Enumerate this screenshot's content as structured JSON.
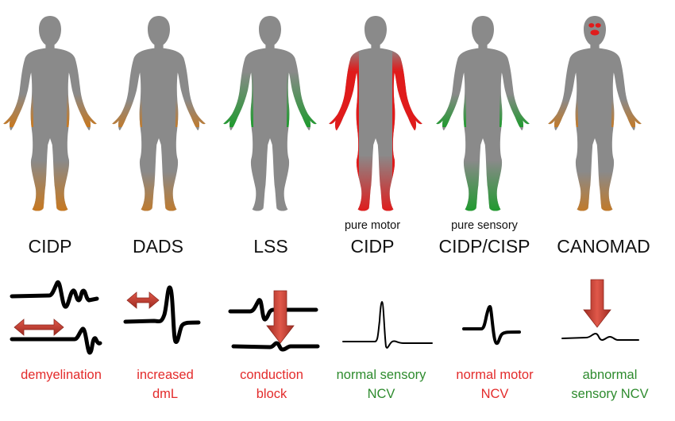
{
  "panels": [
    {
      "id": "cidp",
      "subtitle": "",
      "name": "CIDP",
      "finding": [
        "demyelination"
      ],
      "finding_color": "#e32b2b",
      "highlight_color": "#c8781e",
      "highlight": "distal",
      "waveform": "demyelination"
    },
    {
      "id": "dads",
      "subtitle": "",
      "name": "DADS",
      "finding": [
        "increased",
        "dmL"
      ],
      "finding_color": "#e32b2b",
      "highlight_color": "#c8781e",
      "highlight": "distal-light",
      "waveform": "increased-dml"
    },
    {
      "id": "lss",
      "subtitle": "",
      "name": "LSS",
      "finding": [
        "conduction",
        "block"
      ],
      "finding_color": "#e32b2b",
      "highlight_color": "#1f9a2e",
      "highlight": "arms",
      "waveform": "conduction-block"
    },
    {
      "id": "pure-motor",
      "subtitle": "pure motor",
      "name": "CIDP",
      "finding": [
        "normal sensory",
        "NCV"
      ],
      "finding_color": "#2e8b2e",
      "highlight_color": "#e01b1b",
      "highlight": "arms-legs",
      "waveform": "normal-sensory"
    },
    {
      "id": "pure-sensory",
      "subtitle": "pure sensory",
      "name": "CIDP/CISP",
      "finding": [
        "normal motor",
        "NCV"
      ],
      "finding_color": "#e32b2b",
      "highlight_color": "#1f9a2e",
      "highlight": "distal",
      "waveform": "normal-motor"
    },
    {
      "id": "canomad",
      "subtitle": "",
      "name": "CANOMAD",
      "finding": [
        "abnormal",
        "sensory NCV"
      ],
      "finding_color": "#2e8b2e",
      "highlight_color": "#c8781e",
      "highlight": "face-distal",
      "waveform": "abnormal-sensory"
    }
  ],
  "colors": {
    "body": "#8a8a8a",
    "arrow": "#c0392b",
    "trace": "#000000"
  }
}
